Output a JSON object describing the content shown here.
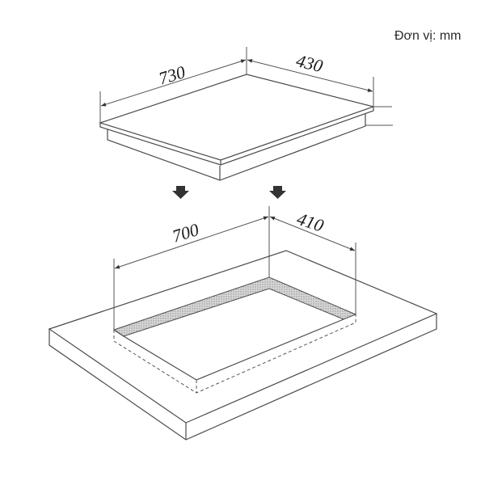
{
  "unit_label": "Đơn vị: mm",
  "hob": {
    "width_label": "730",
    "depth_label": "430"
  },
  "cutout": {
    "width_label": "700",
    "depth_label": "410"
  },
  "arrows": [
    "down-arrow",
    "down-arrow"
  ],
  "colors": {
    "line": "#4a4a4a",
    "hatch": "#bdbdbd",
    "arrow": "#333333",
    "background": "#ffffff"
  }
}
